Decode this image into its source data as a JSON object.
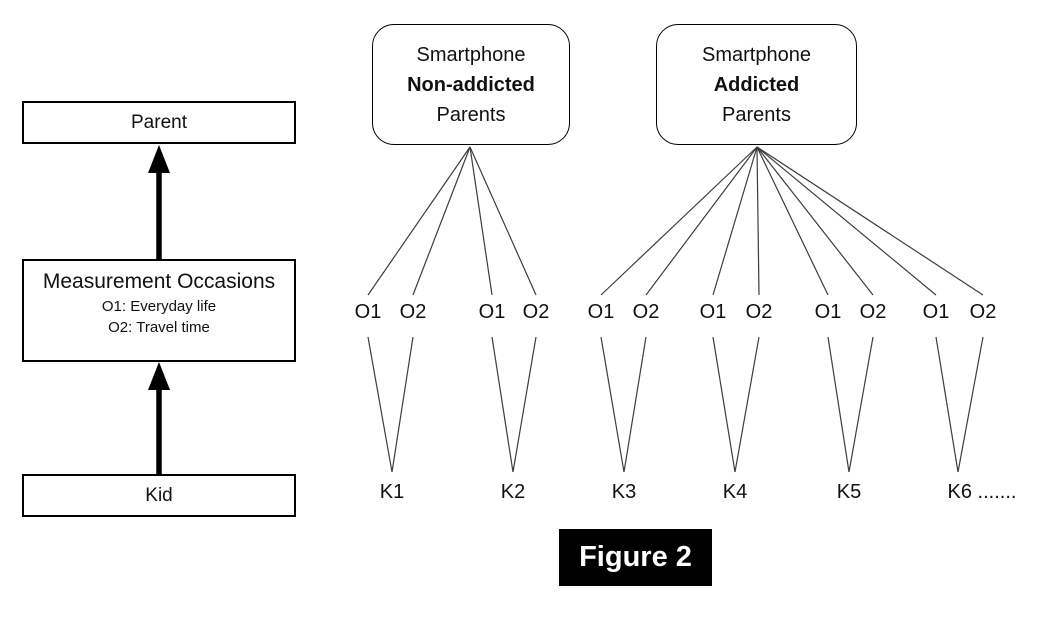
{
  "background": "#ffffff",
  "colors": {
    "text": "#111111",
    "box_border": "#000000",
    "connector_line": "#3d3d3d",
    "arrow": "#000000",
    "caption_bg": "#000000",
    "caption_text": "#ffffff"
  },
  "left_panel": {
    "parent_box": {
      "label": "Parent"
    },
    "measurement_box": {
      "title": "Measurement Occasions",
      "occasion1": "O1: Everyday life",
      "occasion2": "O2: Travel time"
    },
    "kid_box": {
      "label": "Kid"
    }
  },
  "right_panel": {
    "non_addicted_box": {
      "line1": "Smartphone",
      "line2": "Non-addicted",
      "line3": "Parents"
    },
    "addicted_box": {
      "line1": "Smartphone",
      "line2": "Addicted",
      "line3": "Parents"
    },
    "occasions": [
      "O1",
      "O2",
      "O1",
      "O2",
      "O1",
      "O2",
      "O1",
      "O2",
      "O1",
      "O2",
      "O1",
      "O2"
    ],
    "kids": [
      "K1",
      "K2",
      "K3",
      "K4",
      "K5",
      "K6 ......."
    ]
  },
  "caption": {
    "label": "Figure 2"
  }
}
